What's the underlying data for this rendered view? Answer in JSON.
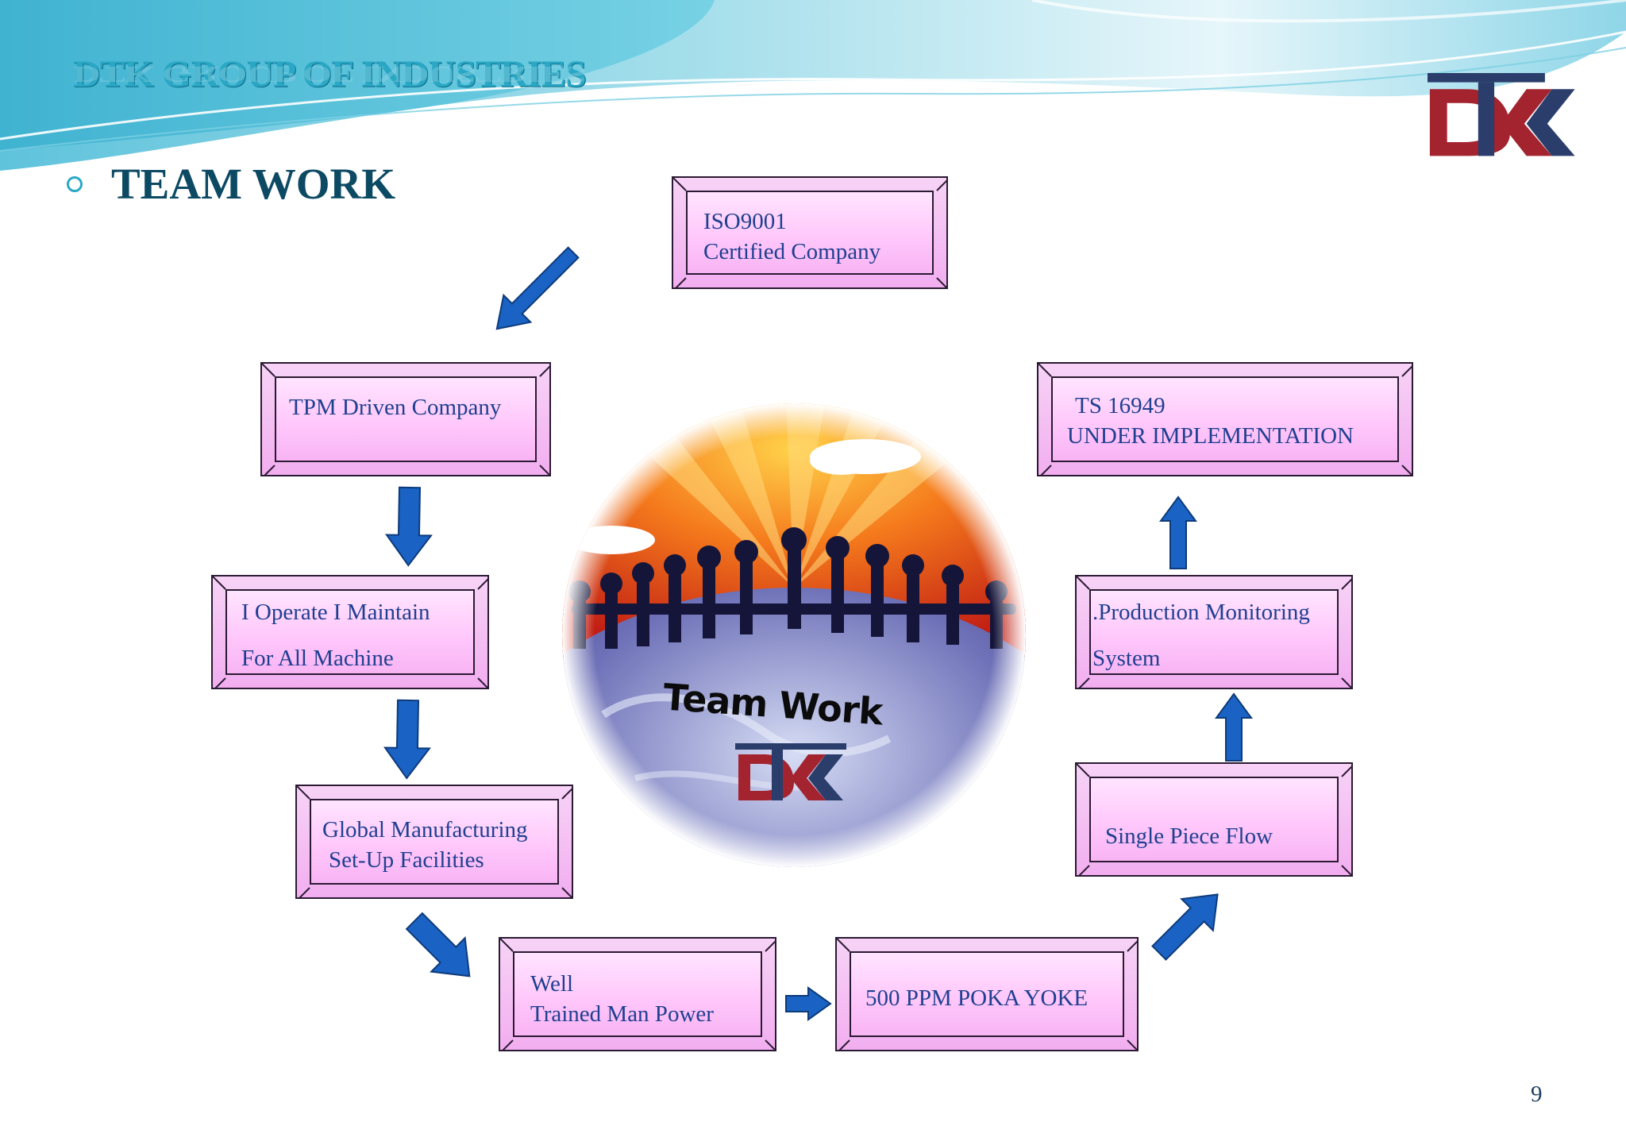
{
  "slide": {
    "title": "DTK GROUP OF INDUSTRIES",
    "heading": "TEAM WORK",
    "page_number": "9"
  },
  "logo": {
    "letters": "DTK",
    "colors": {
      "red": "#a3232f",
      "blue": "#2a3d6b"
    }
  },
  "center_graphic": {
    "caption": "Team Work"
  },
  "boxes": {
    "iso": {
      "line1": "ISO9001",
      "line2": "Certified Company"
    },
    "tpm": {
      "line1": "TPM Driven Company"
    },
    "operate": {
      "line1": "I Operate I Maintain",
      "line2": "For All Machine"
    },
    "global": {
      "line1": "Global Manufacturing",
      "line2": "Set-Up Facilities"
    },
    "manpower": {
      "line1": "Well",
      "line2": "Trained Man Power"
    },
    "poka": {
      "line1": "500 PPM POKA YOKE"
    },
    "single": {
      "line1": "Single Piece Flow"
    },
    "production": {
      "line1": ".Production Monitoring",
      "line2": "System"
    },
    "ts": {
      "line1": "TS 16949",
      "line2": "UNDER IMPLEMENTATION"
    }
  },
  "colors": {
    "box_fill": "#ffc8fb",
    "box_text": "#1f3f90",
    "arrow": "#1a63c4",
    "title": "#2aa7c4",
    "heading": "#0c4a63"
  }
}
